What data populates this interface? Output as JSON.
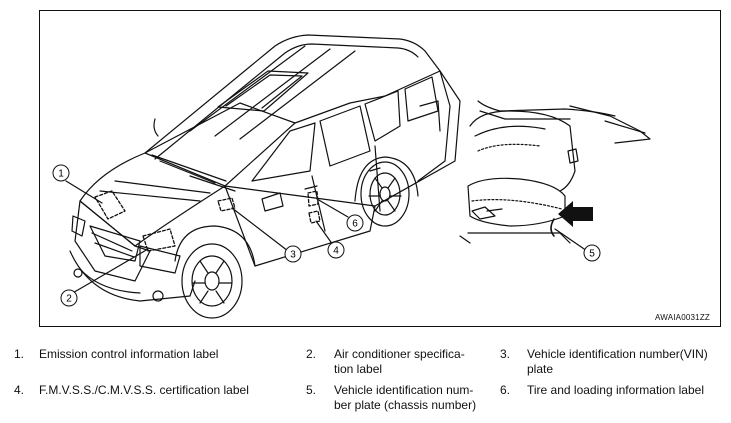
{
  "figure": {
    "code": "AWAIA0031ZZ",
    "callouts": [
      "1",
      "2",
      "3",
      "4",
      "5",
      "6"
    ]
  },
  "legend": [
    {
      "number": "1.",
      "text": "Emission control information label"
    },
    {
      "number": "2.",
      "text": "Air conditioner specifica-\ntion label"
    },
    {
      "number": "3.",
      "text": "Vehicle identification number(VIN)\nplate"
    },
    {
      "number": "4.",
      "text": "F.M.V.S.S./C.M.V.S.S. certification label"
    },
    {
      "number": "5.",
      "text": "Vehicle identification num-\nber plate (chassis number)"
    },
    {
      "number": "6.",
      "text": "Tire and loading information label"
    }
  ]
}
